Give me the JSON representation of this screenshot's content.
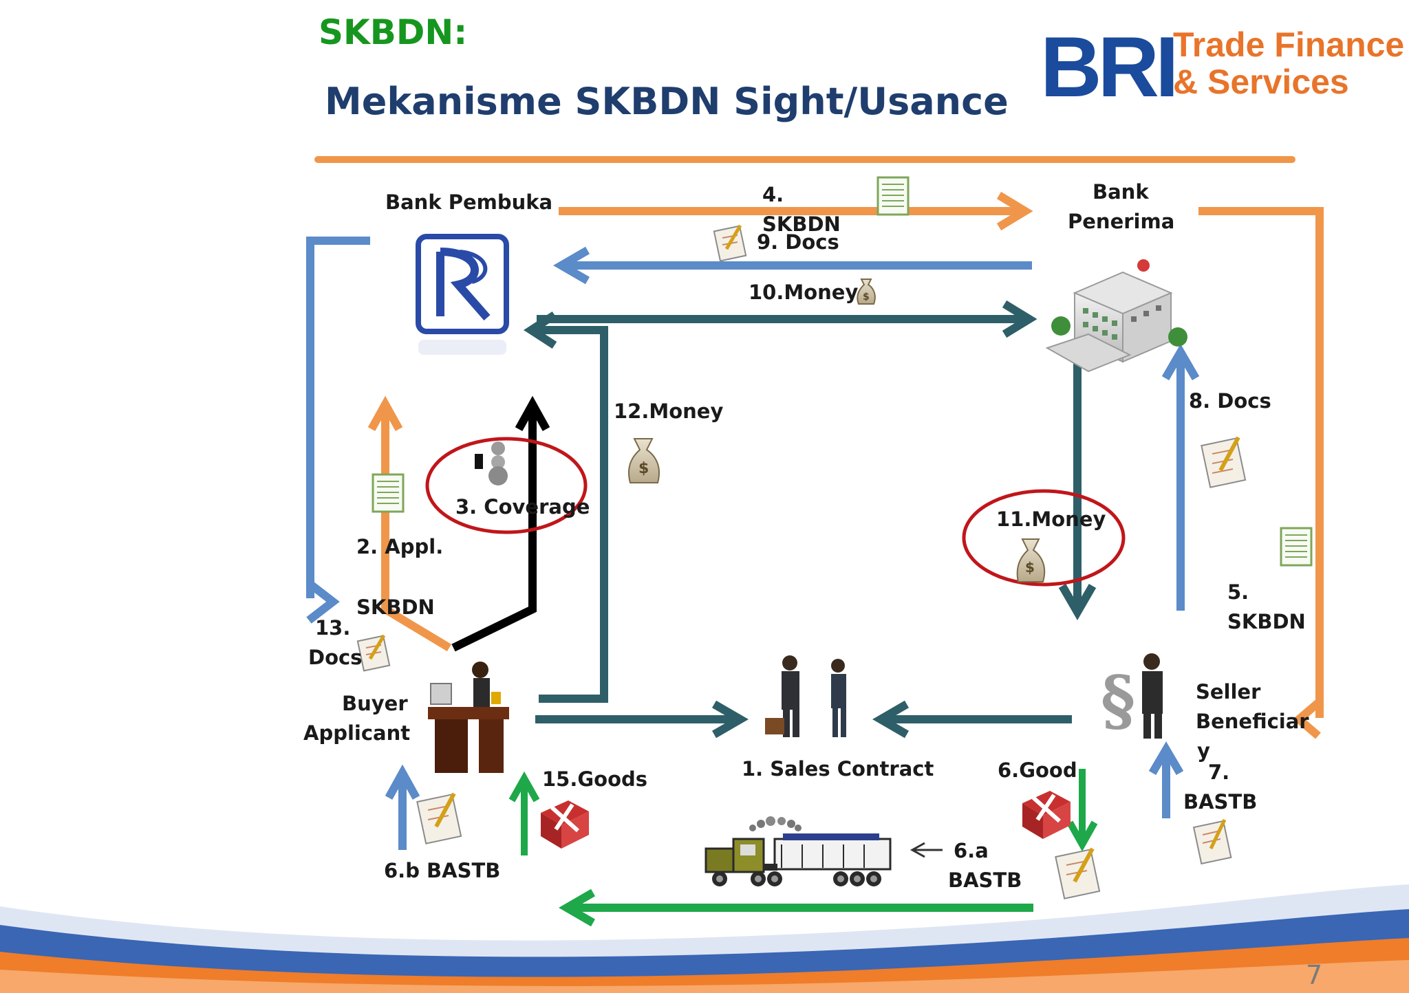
{
  "slide": {
    "subtitle": "SKBDN:",
    "title": "Mekanisme SKBDN Sight/Usance",
    "page_number": "7"
  },
  "logo": {
    "bri": "BRI",
    "line1": "Trade Finance",
    "line2": "& Services"
  },
  "colors": {
    "orange": "#f0964a",
    "blue": "#5b8bc8",
    "teal": "#2e5f69",
    "green": "#1ea84a",
    "black": "#000000",
    "red_circle": "#c0161a",
    "title_green": "#16961e",
    "title_blue": "#1f3e6e"
  },
  "nodes": {
    "bank_pembuka": "Bank Pembuka",
    "bank_penerima": [
      "Bank",
      "Penerima"
    ],
    "buyer": [
      "Buyer",
      "Applicant"
    ],
    "seller": [
      "Seller",
      "Beneficiar",
      "y"
    ],
    "sales_contract": "1. Sales Contract"
  },
  "steps": {
    "s2": [
      "2. Appl.",
      "SKBDN"
    ],
    "s3": "3. Coverage",
    "s4": [
      "4.",
      "SKBDN"
    ],
    "s5": [
      "5.",
      "SKBDN"
    ],
    "s6": "6.Good",
    "s6a": [
      "6.a",
      "BASTB"
    ],
    "s6b": "6.b BASTB",
    "s7": [
      "7.",
      "BASTB"
    ],
    "s8": "8. Docs",
    "s9": "9. Docs",
    "s10": "10.Money",
    "s11": "11.Money",
    "s12": "12.Money",
    "s13": [
      "13.",
      "Docs"
    ],
    "s15": "15.Goods"
  }
}
